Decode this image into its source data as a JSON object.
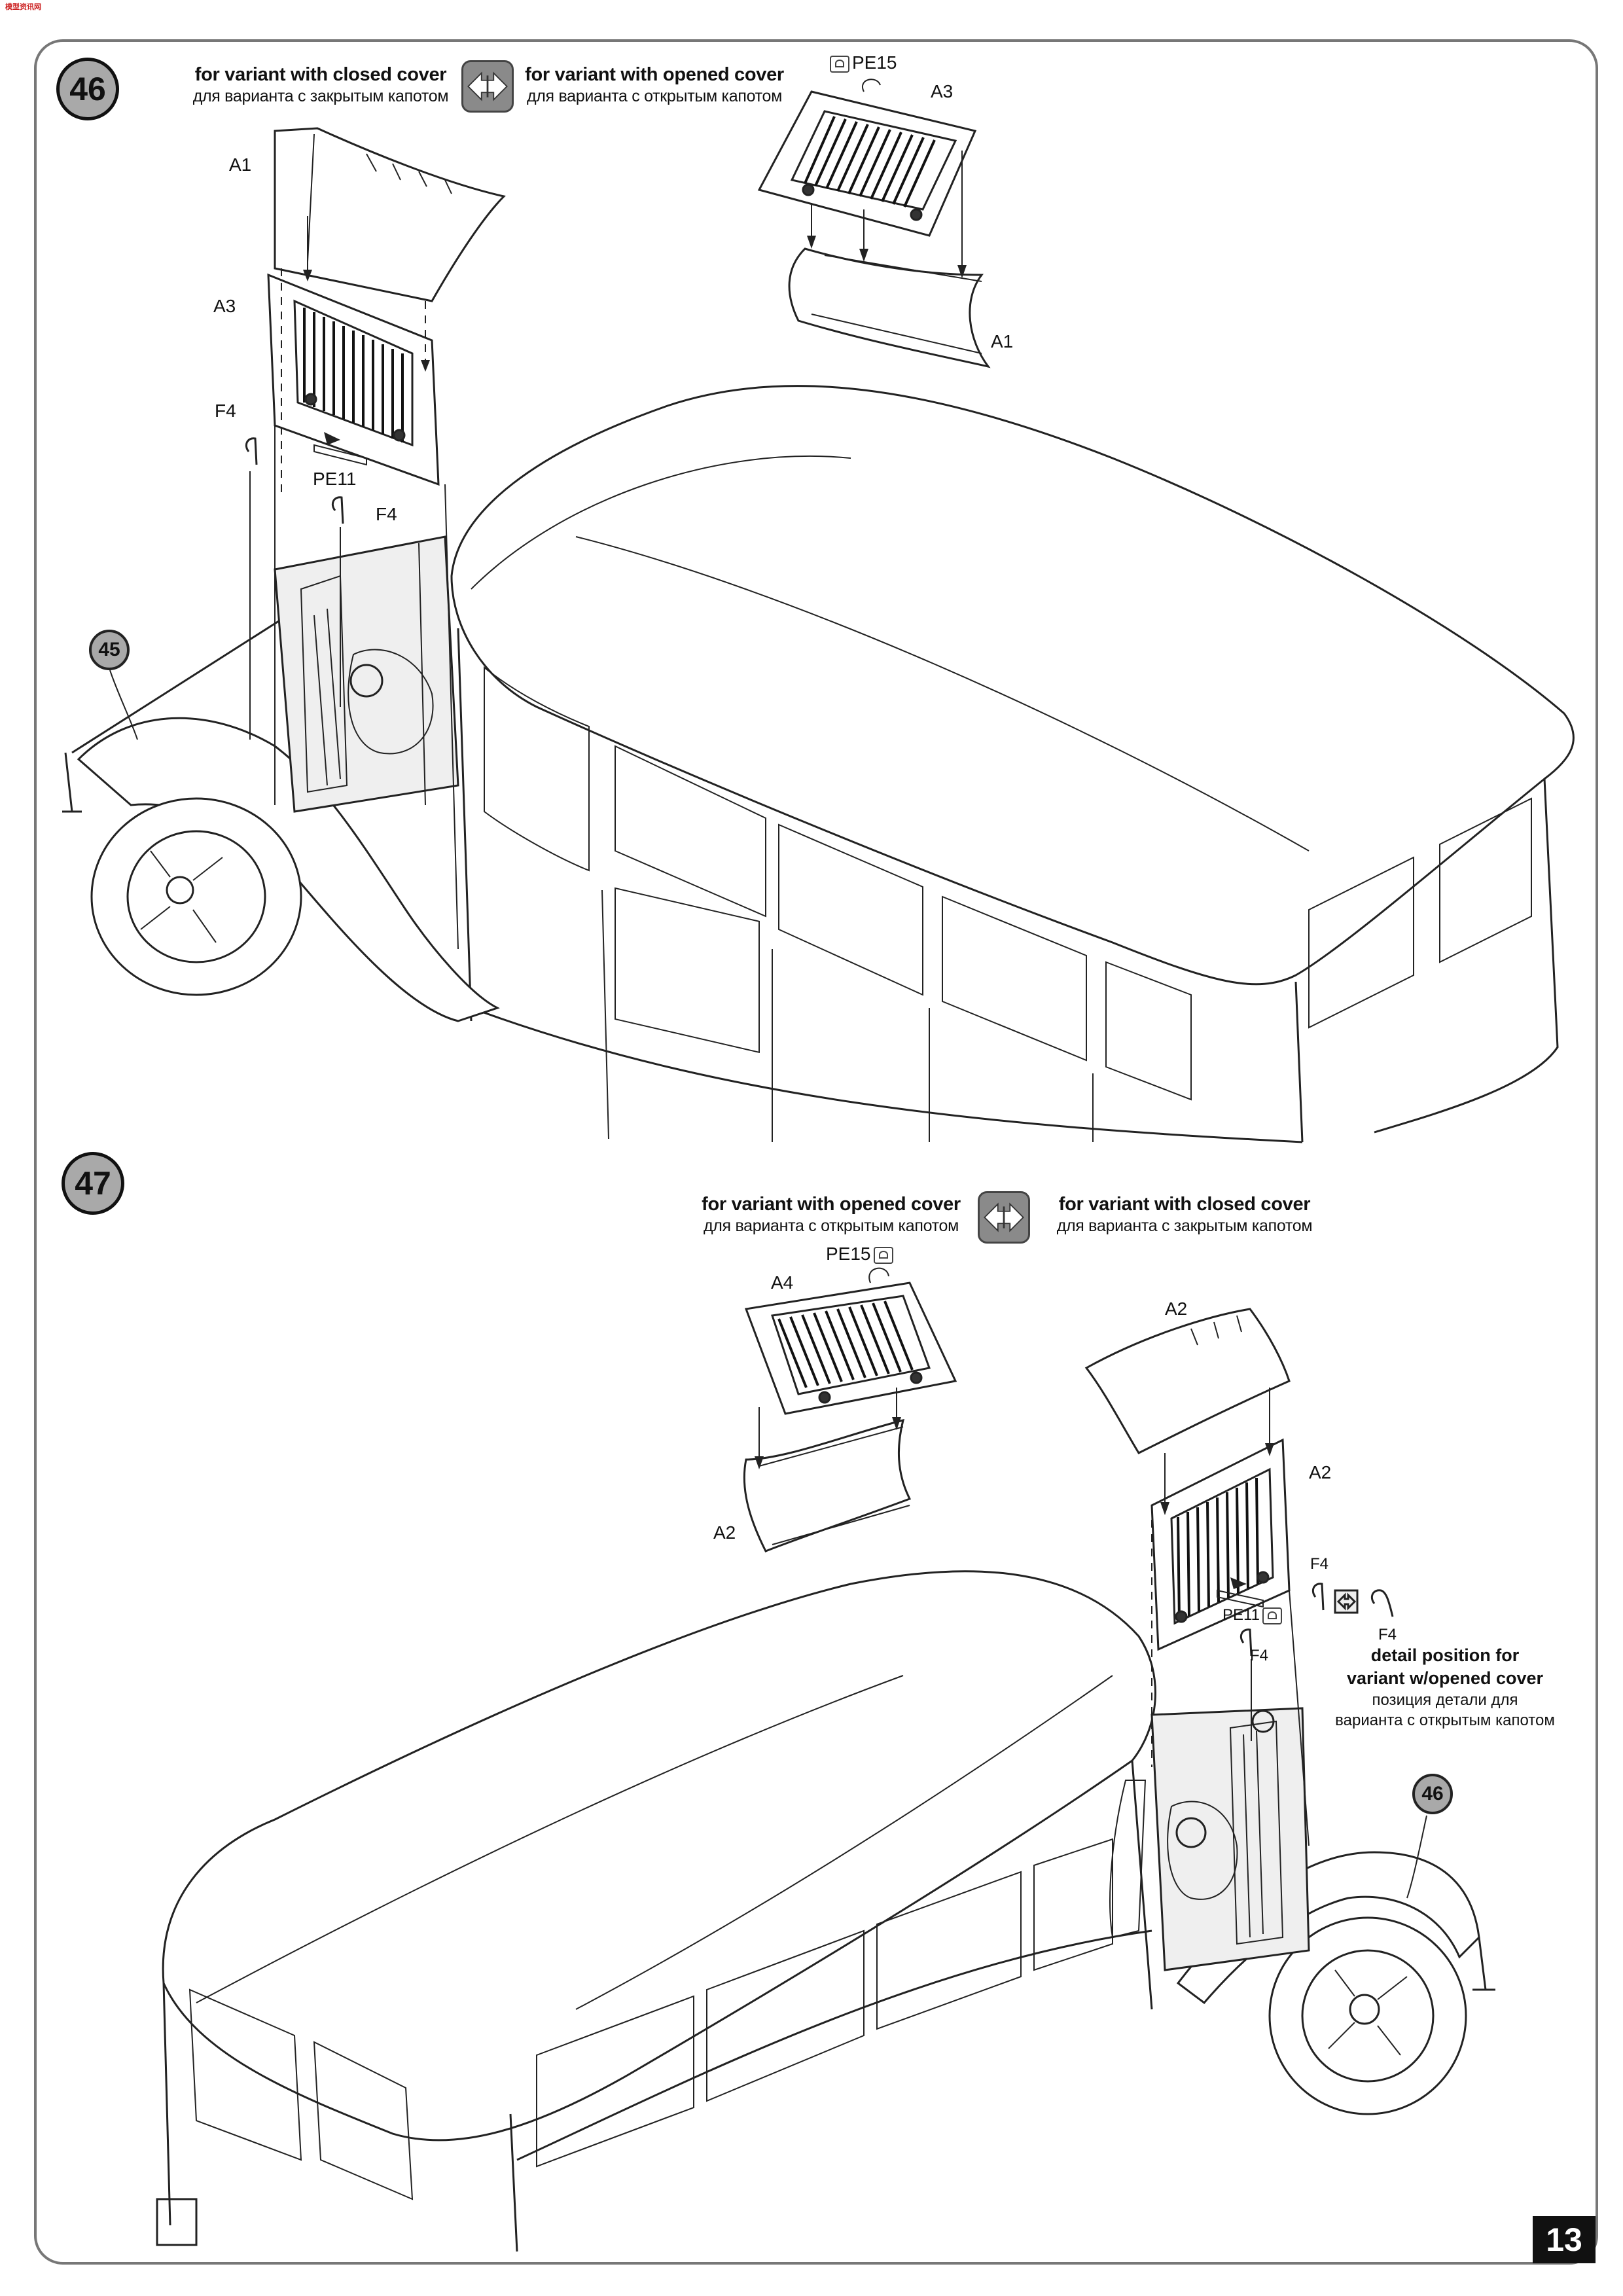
{
  "page": {
    "page_number": "13",
    "corner_logo": "模型资讯网"
  },
  "step46": {
    "number": "46",
    "reference_step": "45",
    "variant_closed": {
      "en": "for variant with closed cover",
      "ru": "для варианта с закрытым капотом"
    },
    "variant_opened": {
      "en": "for variant with opened cover",
      "ru": "для варианта с открытым капотом"
    },
    "swap_icon": "double-arrow-swap-icon",
    "parts": {
      "a1_left": "A1",
      "a3_left": "A3",
      "f4_left": "F4",
      "pe11": "PE11",
      "f4_mid": "F4",
      "pe15": "PE15",
      "a3_right": "A3",
      "a1_right": "A1"
    }
  },
  "step47": {
    "number": "47",
    "reference_step": "46",
    "variant_opened": {
      "en": "for variant with opened cover",
      "ru": "для варианта с открытым капотом"
    },
    "variant_closed": {
      "en": "for variant with closed cover",
      "ru": "для варианта с закрытым капотом"
    },
    "swap_icon": "double-arrow-swap-icon",
    "parts": {
      "pe15": "PE15",
      "a4": "A4",
      "a2_left": "A2",
      "a2_top": "A2",
      "a2_side": "A2",
      "f4_a": "F4",
      "f4_b": "F4",
      "f4_detail": "F4",
      "pe11": "PE11"
    },
    "detail_note": {
      "en_line1": "detail position for",
      "en_line2": "variant w/opened cover",
      "ru_line1": "позиция детали для",
      "ru_line2": "варианта с открытым капотом"
    }
  }
}
